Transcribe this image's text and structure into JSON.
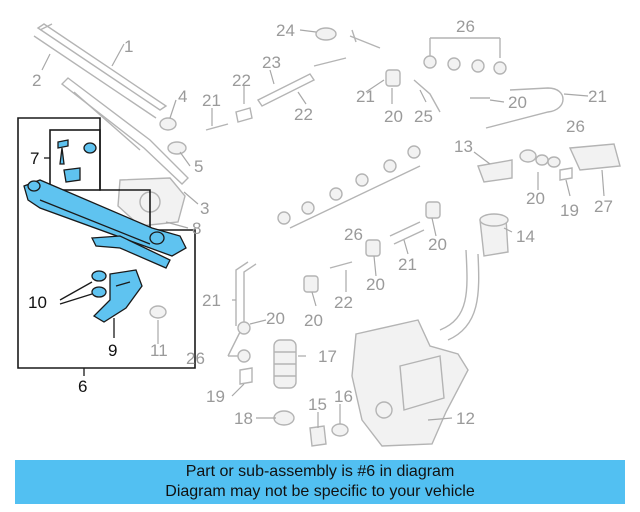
{
  "labels": {
    "c1": "1",
    "c2": "2",
    "c3": "3",
    "c4": "4",
    "c5": "5",
    "c6": "6",
    "c7": "7",
    "c8": "8",
    "c9": "9",
    "c10": "10",
    "c11": "11",
    "c12": "12",
    "c13": "13",
    "c14": "14",
    "c15": "15",
    "c16": "16",
    "c17": "17",
    "c18": "18",
    "c19": "19",
    "c20": "20",
    "c21": "21",
    "c22": "22",
    "c23": "23",
    "c24": "24",
    "c25": "25",
    "c26": "26",
    "c27": "27"
  },
  "banner": {
    "line1": "Part or sub-assembly is #6 in diagram",
    "line2": "Diagram may not be specific to your vehicle"
  },
  "colors": {
    "highlight": "#5fc3f0",
    "banner": "#52c0f2",
    "callout": "#9a9a9a"
  }
}
